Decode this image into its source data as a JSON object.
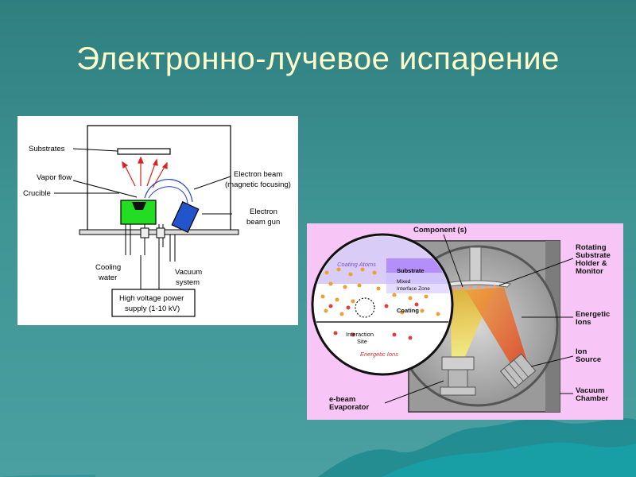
{
  "slide": {
    "title": "Электронно-лучевое испарение"
  },
  "diagram_left": {
    "labels": {
      "substrates": "Substrates",
      "vapor_flow": "Vapor flow",
      "crucible": "Crucible",
      "electron_beam_1": "Electron beam",
      "electron_beam_2": "(magnetic focusing)",
      "electron_gun_1": "Electron",
      "electron_gun_2": "beam gun",
      "cooling_1": "Cooling",
      "cooling_2": "water",
      "vacuum_1": "Vacuum",
      "vacuum_2": "system",
      "power_1": "High voltage power",
      "power_2": "supply (1-10 kV)"
    },
    "colors": {
      "crucible": "#22dd22",
      "gun": "#2255cc",
      "vapor": "#dd2222",
      "beam": "#2244cc"
    }
  },
  "diagram_right": {
    "labels": {
      "component": "Component (s)",
      "rotating_1": "Rotating",
      "rotating_2": "Substrate",
      "rotating_3": "Holder &",
      "rotating_4": "Monitor",
      "energetic_ions_1": "Energetic",
      "energetic_ions_2": "Ions",
      "ion_source_1": "Ion",
      "ion_source_2": "Source",
      "vacuum_chamber_1": "Vacuum",
      "vacuum_chamber_2": "Chamber",
      "ebeam_1": "e-beam",
      "ebeam_2": "Evaporator",
      "coating_atoms": "Coating Atoms",
      "substrate": "Substrate",
      "mixed_1": "Mixed",
      "mixed_2": "Interface Zone",
      "coating": "Coating",
      "interaction_1": "Interaction",
      "interaction_2": "Site",
      "energetic_ions_inset": "Energetic Ions"
    },
    "colors": {
      "background": "#f7c6f7",
      "inset_accent": "#9966ff",
      "plume_yellow": "#f0e050",
      "plume_orange": "#e8642a"
    }
  }
}
